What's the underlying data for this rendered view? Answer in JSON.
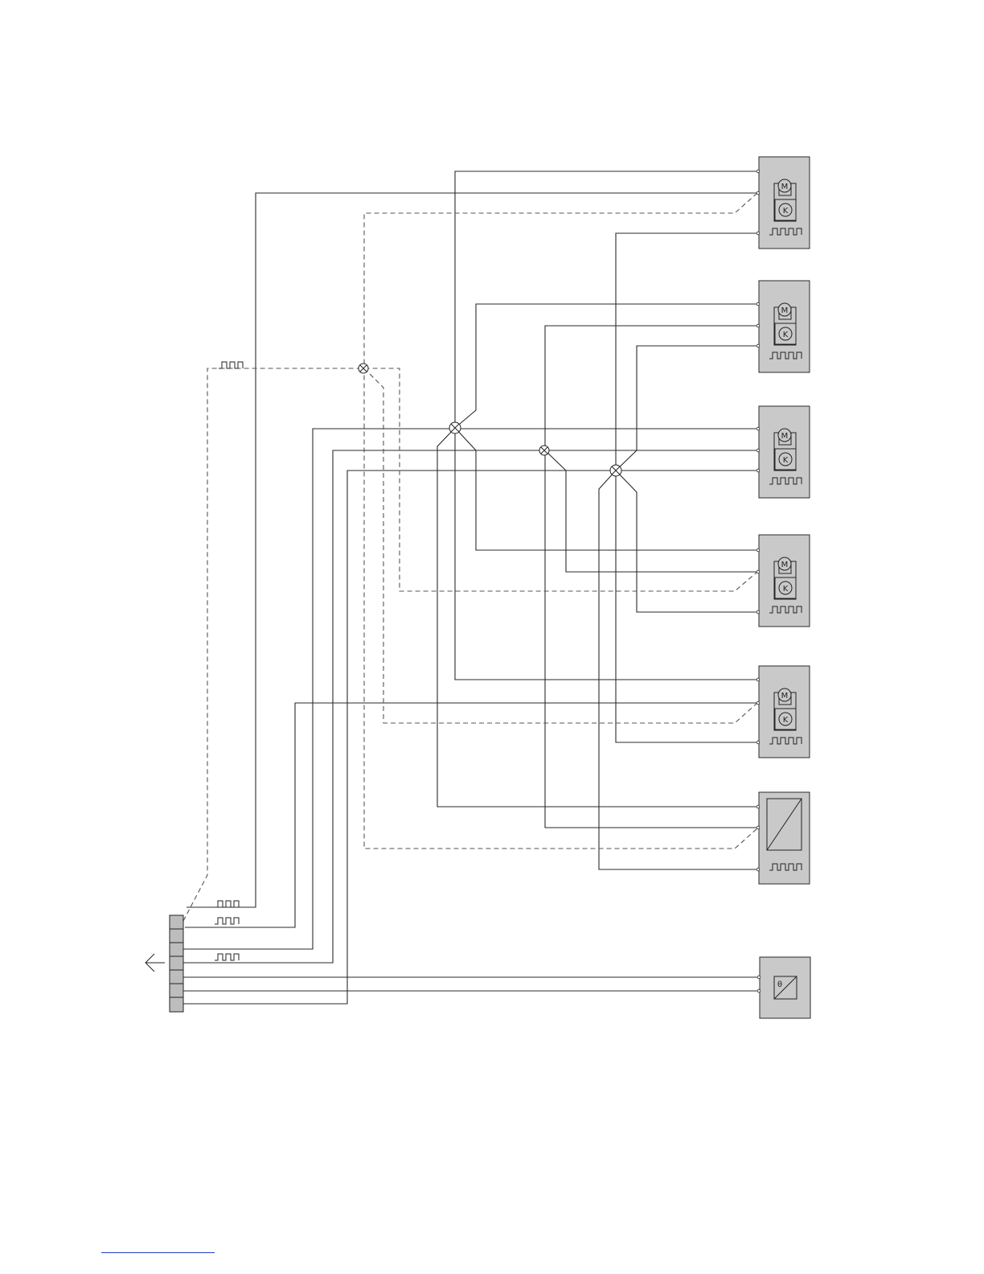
{
  "diagram": {
    "modules": [
      {
        "id": "actuator-1",
        "kind": "motor-actuator",
        "motor_label": "M",
        "sensor_label": "K"
      },
      {
        "id": "actuator-2",
        "kind": "motor-actuator",
        "motor_label": "M",
        "sensor_label": "K"
      },
      {
        "id": "actuator-3",
        "kind": "motor-actuator",
        "motor_label": "M",
        "sensor_label": "K"
      },
      {
        "id": "actuator-4",
        "kind": "motor-actuator",
        "motor_label": "M",
        "sensor_label": "K"
      },
      {
        "id": "actuator-5",
        "kind": "motor-actuator",
        "motor_label": "M",
        "sensor_label": "K"
      },
      {
        "id": "sensor-box",
        "kind": "sensor"
      },
      {
        "id": "temp-sensor",
        "kind": "temperature-sensor",
        "symbol_label": "θ"
      }
    ],
    "connector": {
      "pins": 7
    },
    "colors": {
      "module_fill": "#c9c9c9",
      "wire": "#2a2a2a",
      "dashed_wire": "#555555",
      "footer_rule": "#1f3fbf"
    },
    "icons": [
      "motor-icon",
      "sensor-k-icon",
      "pulse-signal-icon",
      "splice-icon",
      "arrow-left-icon",
      "theta-icon"
    ]
  }
}
